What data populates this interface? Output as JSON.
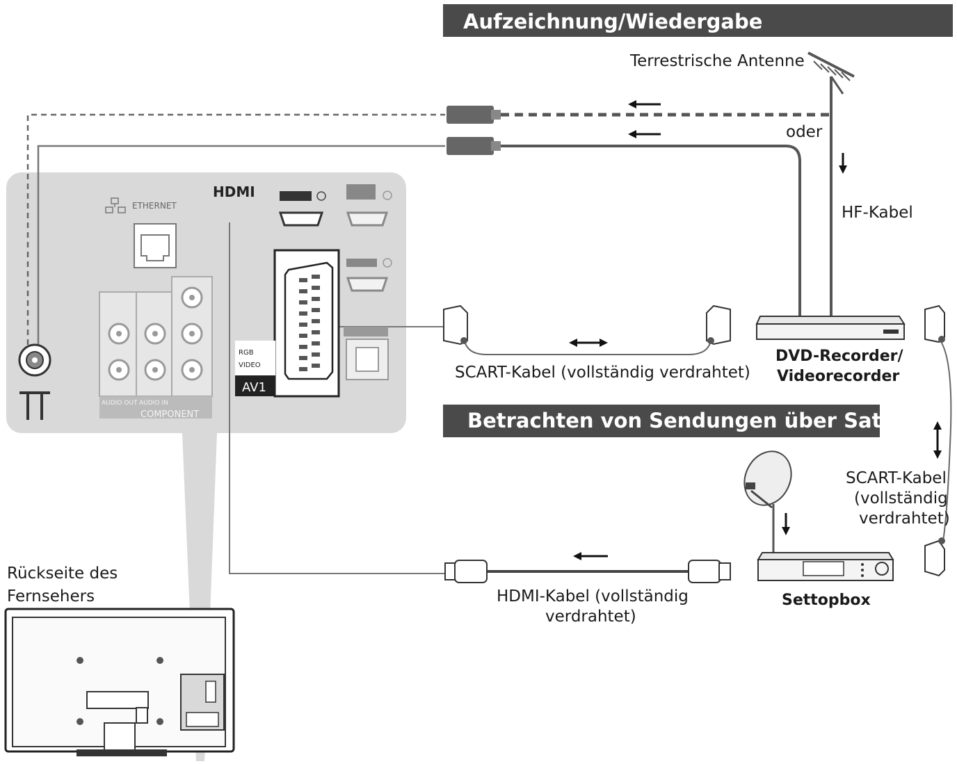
{
  "headers": {
    "recording": "Aufzeichnung/Wiedergabe",
    "satellite": "Betrachten von Sendungen über Satellit"
  },
  "labels": {
    "antenna": "Terrestrische Antenne",
    "or": "oder",
    "rf_cable": "HF-Kabel",
    "scart_cable": "SCART-Kabel (vollständig verdrahtet)",
    "recorder_line1": "DVD-Recorder/",
    "recorder_line2": "Videorecorder",
    "scart_side_1": "SCART-Kabel",
    "scart_side_2": "(vollständig",
    "scart_side_3": "verdrahtet)",
    "hdmi_cable_1": "HDMI-Kabel (vollständig",
    "hdmi_cable_2": "verdrahtet)",
    "settopbox": "Settopbox",
    "tv_back_1": "Rückseite des",
    "tv_back_2": "Fernsehers"
  },
  "panel": {
    "ethernet": "ETHERNET",
    "hdmi_logo": "HDMI",
    "rgb": "RGB",
    "video": "VIDEO",
    "av1": "AV1",
    "audio_out": "AUDIO OUT",
    "audio_in": "AUDIO IN",
    "component": "COMPONENT"
  },
  "colors": {
    "header_bg": "#4a4a4a",
    "panel_bg": "#d9d9d9",
    "cable": "#555555",
    "text": "#1a1a1a"
  }
}
